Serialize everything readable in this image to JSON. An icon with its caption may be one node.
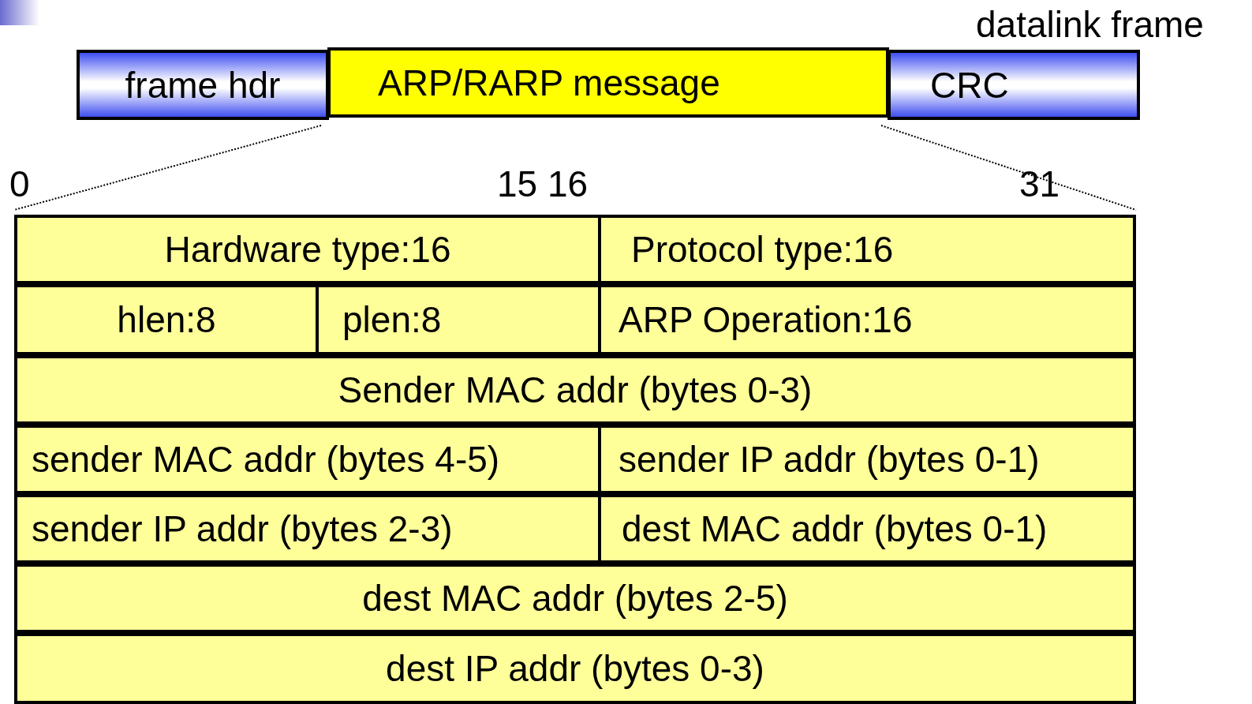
{
  "diagram": {
    "nodes": [
      {
        "text": [
          "frame hdr"
        ]
      },
      {
        "text": [
          "ARP/RARP message"
        ]
      },
      {
        "text": [
          "CRC"
        ]
      },
      {
        "text": [],
        "shape": "box"
      },
      {
        "text": [
          "Hardware type:16"
        ],
        "in": 3
      },
      {
        "text": [
          "Protocol type:16"
        ],
        "in": 3
      },
      {
        "text": [
          "hlen:8"
        ],
        "in": 3
      },
      {
        "text": [
          "plen:8"
        ],
        "in": 3
      },
      {
        "text": [
          "ARP Operation:16"
        ],
        "in": 3
      },
      {
        "text": [
          "Sender MAC addr (bytes 0-3)"
        ],
        "in": 3
      },
      {
        "text": [
          "sender MAC addr (bytes 4-5)"
        ],
        "in": 3
      },
      {
        "text": [
          "sender IP addr (bytes 0-1)"
        ],
        "in": 3
      },
      {
        "text": [
          "sender IP addr (bytes 2-3)"
        ],
        "in": 3
      },
      {
        "text": [
          "dest MAC addr (bytes 0-1)"
        ],
        "in": 3
      },
      {
        "text": [
          "dest MAC addr (bytes 2-5)"
        ],
        "in": 3
      },
      {
        "text": [
          "dest IP addr (bytes 0-3)"
        ],
        "in": 3
      }
    ],
    "edges": [
      {
        "from": 1,
        "to": 3,
        "arrow": "none",
        "style": "dashed"
      },
      {
        "from": 1,
        "to": 3,
        "arrow": "none",
        "style": "dashed"
      }
    ],
    "labels": [
      "datalink frame",
      "0",
      "15 16",
      "31"
    ]
  }
}
